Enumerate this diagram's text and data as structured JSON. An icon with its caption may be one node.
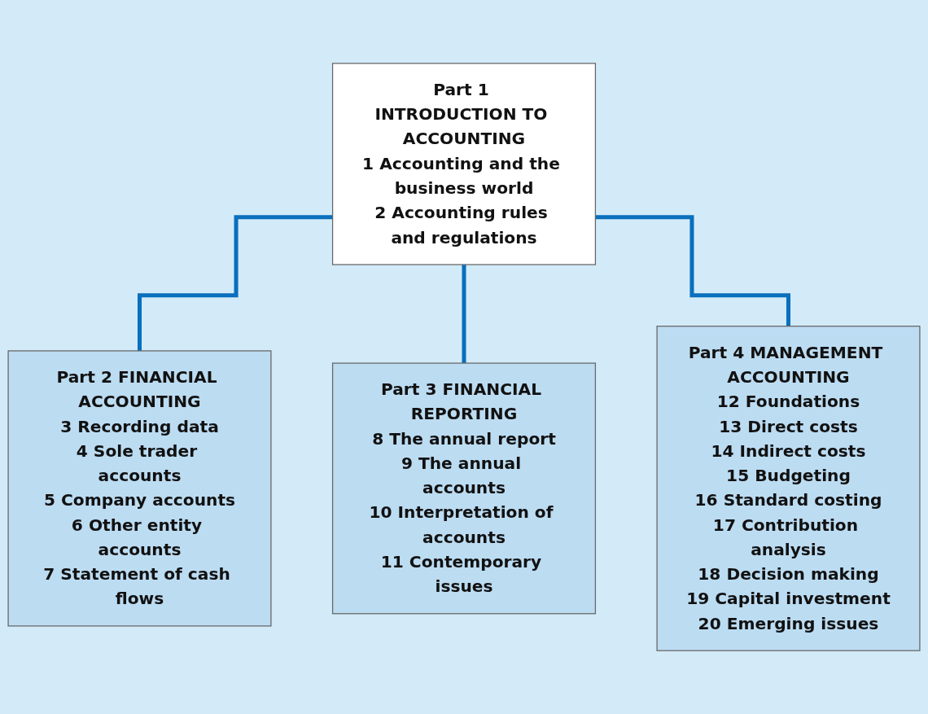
{
  "diagram": {
    "nodes": [
      {
        "text": [
          "Part 1 INTRODUCTION TO ACCOUNTING",
          "1 Accounting and the business world",
          "2 Accounting rules and regulations"
        ]
      },
      {
        "text": [
          "Part 2 FINANCIAL ACCOUNTING",
          "3 Recording data",
          "4 Sole trader accounts",
          "5 Company accounts",
          "6 Other entity accounts",
          "7 Statement of cash flows"
        ]
      },
      {
        "text": [
          "Part 3 FINANCIAL REPORTING",
          "8 The annual report",
          "9 The annual accounts",
          "10 Interpretation of accounts",
          "11 Contemporary issues"
        ]
      },
      {
        "text": [
          "Part 4 MANAGEMENT ACCOUNTING",
          "12 Foundations",
          "13 Direct costs",
          "14 Indirect costs",
          "15 Budgeting",
          "16 Standard costing",
          "17 Contribution analysis",
          "18 Decision making",
          "19 Capital investment",
          "20 Emerging issues"
        ]
      }
    ],
    "edges": [
      {
        "from": 0,
        "to": 1,
        "arrow": "none"
      },
      {
        "from": 0,
        "to": 2,
        "arrow": "none"
      },
      {
        "from": 0,
        "to": 3,
        "arrow": "none"
      }
    ]
  }
}
